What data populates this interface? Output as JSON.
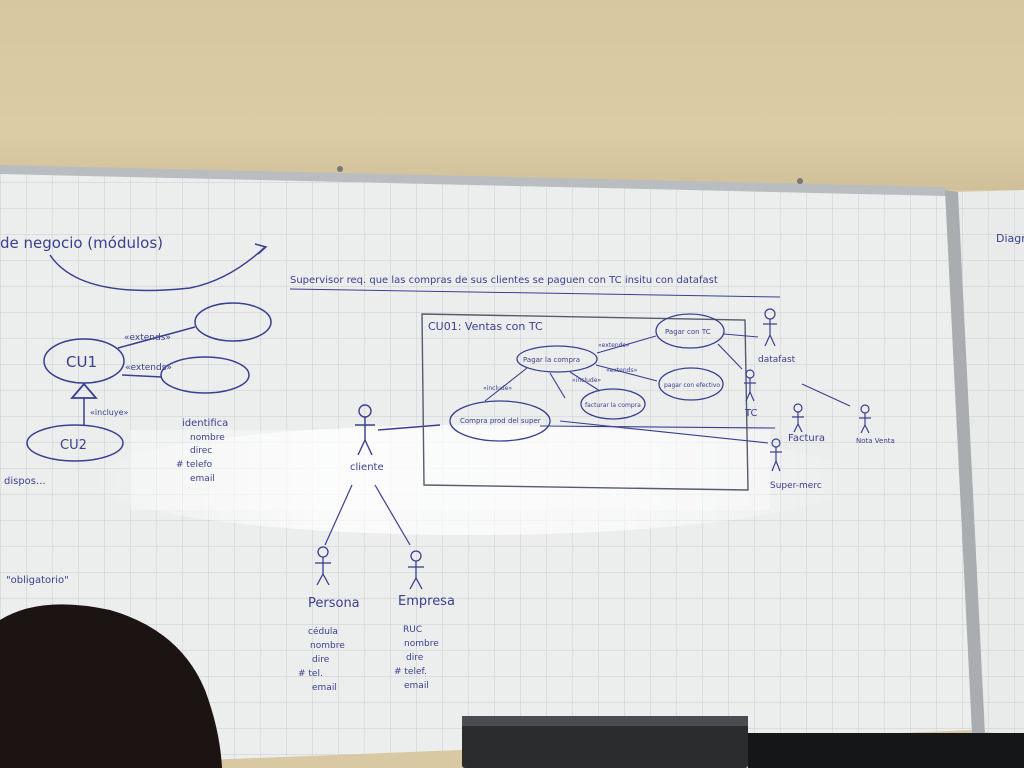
{
  "board": {
    "title_left": "de negocio (módulos)",
    "requirement": "Supervisor req. que las compras de sus clientes se paguen con TC insitu con datafast",
    "use_case_title": "CU01: Ventas con TC",
    "cu1": "CU1",
    "cu2": "CU2",
    "extends_1": "«extends»",
    "extends_2": "«extends»",
    "incluye": "«incluye»",
    "dispos": "dispos...",
    "obligatorio": "\"obligatorio\"",
    "identifica_list": [
      "identifica",
      "nombre",
      "direc",
      "# telefo",
      "email"
    ],
    "cliente": "cliente",
    "persona": "Persona",
    "empresa": "Empresa",
    "persona_fields": [
      "cédula",
      "nombre",
      "dire",
      "# tel.",
      "email"
    ],
    "empresa_fields": [
      "RUC",
      "nombre",
      "dire",
      "# telef.",
      "email"
    ],
    "uc_pagar_compra": "Pagar la compra",
    "uc_pagar_tc": "Pagar con TC",
    "uc_compra_prod": "Compra prod del super",
    "uc_facturar": "facturar la compra",
    "uc_efectivo": "pagar con efectivo",
    "actor_datafast": "datafast",
    "actor_tc": "TC",
    "actor_factura": "Factura",
    "actor_nota_venta": "Nota Venta",
    "actor_supermerc": "Super-merc",
    "label_extends_a": "«extends»",
    "label_extends_b": "«extends»",
    "label_include_a": "«include»",
    "label_include_b": "«include»",
    "right_panel": "Diagr"
  },
  "colors": {
    "marker_blue": "#3a3f8f",
    "board": "#eef0ef",
    "wall": "#d7c7a0"
  }
}
